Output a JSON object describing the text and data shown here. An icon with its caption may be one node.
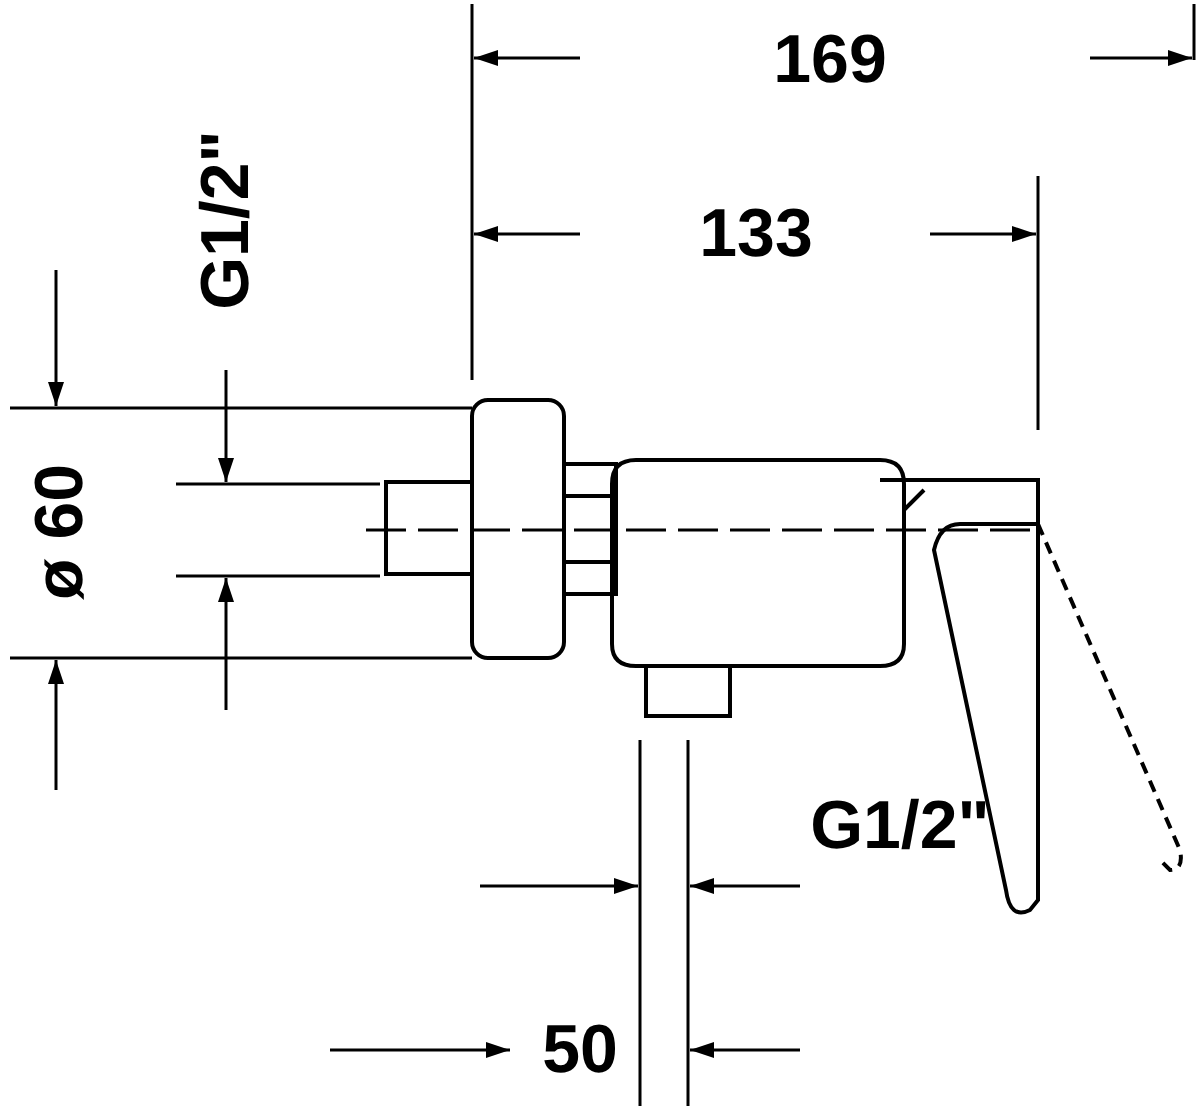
{
  "diagram": {
    "labels": [
      "169",
      "133",
      "G1/2\"",
      "ø 60",
      "G1/2\"",
      "50"
    ]
  }
}
